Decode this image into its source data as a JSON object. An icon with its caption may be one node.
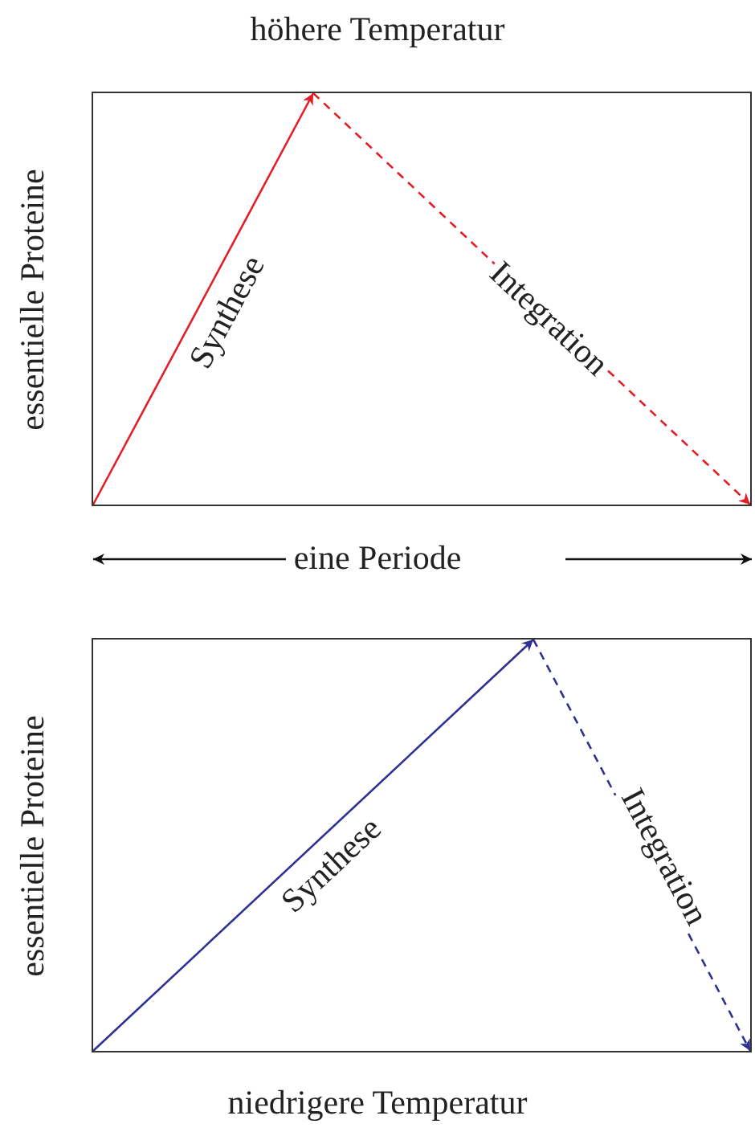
{
  "diagram": {
    "title": "höhere Temperatur",
    "caption": "niedrigere Temperatur",
    "nodes": [
      {
        "text": [
          "essentielle Proteine"
        ]
      },
      {
        "text": [
          "essentielle Proteine"
        ]
      }
    ],
    "edges": [
      {
        "from": null,
        "to": 0,
        "arrow": "to",
        "label": "Synthese",
        "color": "#e41e26"
      },
      {
        "from": null,
        "to": 0,
        "arrow": "to",
        "label": "Integration",
        "style": "dashed",
        "color": "#e41e26"
      },
      {
        "from": null,
        "to": 1,
        "arrow": "to",
        "label": "Synthese",
        "color": "#2e3192"
      },
      {
        "from": null,
        "to": 1,
        "arrow": "to",
        "label": "Integration",
        "style": "dashed",
        "color": "#2e3192"
      }
    ],
    "labels": [
      "eine Periode"
    ]
  }
}
